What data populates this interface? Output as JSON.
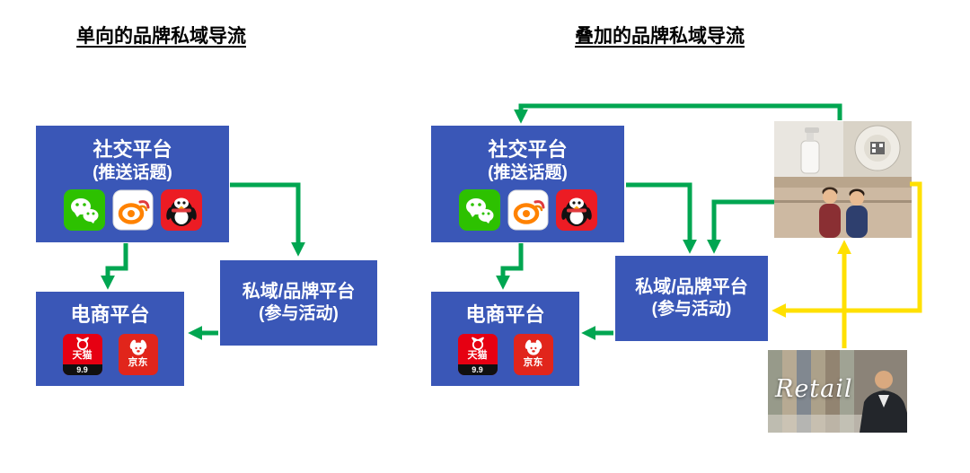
{
  "colors": {
    "box_blue": "#3a57b7",
    "arrow_green": "#00a651",
    "arrow_yellow": "#ffe000",
    "wechat_green": "#2dc100",
    "weibo_orange": "#ff8200",
    "qq_red": "#ec1c24",
    "tmall_red": "#e60012",
    "jd_red": "#e1251b"
  },
  "left": {
    "title": "单向的品牌私域导流",
    "social_box": {
      "line1": "社交平台",
      "line2": "(推送话题)"
    },
    "ecommerce_box": {
      "title": "电商平台"
    },
    "private_box": {
      "line1": "私域/品牌平台",
      "line2": "(参与活动)"
    }
  },
  "right": {
    "title": "叠加的品牌私域导流",
    "social_box": {
      "line1": "社交平台",
      "line2": "(推送话题)"
    },
    "ecommerce_box": {
      "title": "电商平台"
    },
    "private_box": {
      "line1": "私域/品牌平台",
      "line2": "(参与活动)"
    },
    "retail_text": "Retail"
  },
  "icons": {
    "tmall_label": "天猫",
    "tmall_badge": "9.9",
    "jd_label": "京东"
  }
}
